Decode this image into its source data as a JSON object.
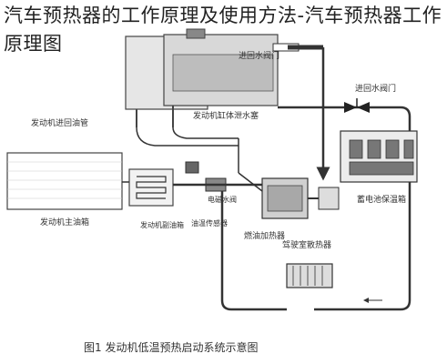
{
  "page": {
    "title": "汽车预热器的工作原理及使用方法-汽车预热器工作原理图"
  },
  "diagram": {
    "labels": {
      "inlet_return_valve_top": "进回水阀门",
      "inlet_return_valve_right": "进回水阀门",
      "engine_block_drain": "发动机缸体泄水塞",
      "fuel_return_pipe": "发动机进回油管",
      "main_tank": "发动机主油箱",
      "aux_tank": "发动机副油箱",
      "temp_sensor": "油温传感器",
      "solenoid_valve": "电磁水阀",
      "heater": "燃油加热器",
      "battery_box": "蓄电池保温箱",
      "cab_radiator": "驾驶室散热器",
      "caption": "图1 发动机低温预热启动系统示意图"
    }
  }
}
